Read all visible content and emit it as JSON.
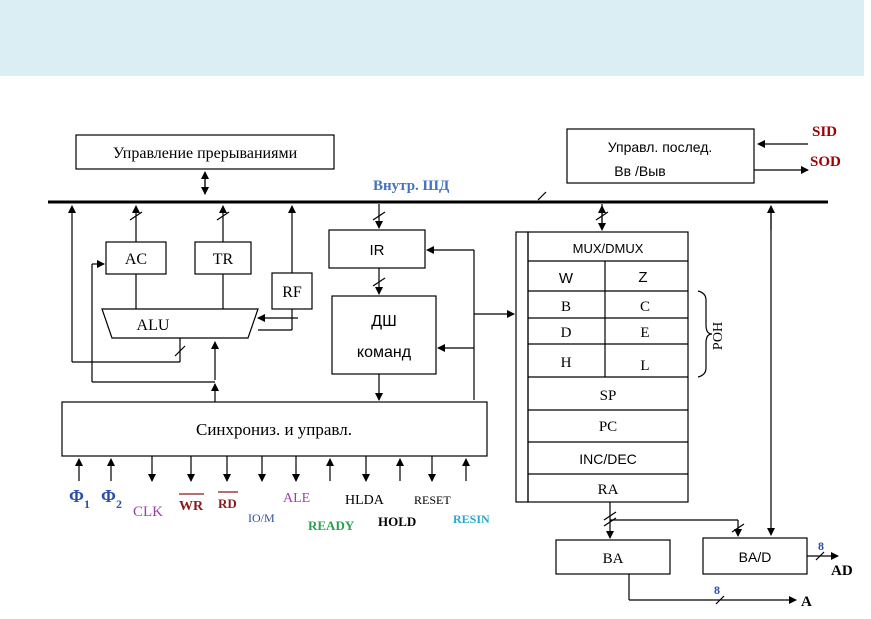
{
  "colors": {
    "header_band": "#dbeef4",
    "bus_label": "#4472c4",
    "sid_sod": "#a00000",
    "phi": "#2e4fa8",
    "clk": "#9b3fb0",
    "wr_rd": "#8b1a1a",
    "io_m": "#2e4fa8",
    "ale": "#a040b0",
    "ready": "#2aa050",
    "resin": "#2aa8c8",
    "black": "#000000"
  },
  "diagram": {
    "interrupt_control": "Управление прерываниями",
    "serial_control_line1": "Управл. послед.",
    "serial_control_line2": "Вв /Выв",
    "sid": "SID",
    "sod": "SOD",
    "internal_bus": "Внутр. ШД",
    "ac": "AC",
    "tr": "TR",
    "rf": "RF",
    "alu": "ALU",
    "ir": "IR",
    "decoder_line1": "ДШ",
    "decoder_line2": "команд",
    "sync_control": "Синхрониз. и управл.",
    "mux_dmux": "MUX/DMUX",
    "reg_w": "W",
    "reg_z": "Z",
    "reg_b": "B",
    "reg_c": "C",
    "reg_d": "D",
    "reg_e": "E",
    "reg_h": "H",
    "reg_l": "L",
    "roh": "РОН",
    "sp": "SP",
    "pc": "PC",
    "inc_dec": "INC/DEC",
    "ra": "RA",
    "ba": "BA",
    "bad": "BA/D",
    "ad": "AD",
    "a": "A",
    "bus_width_1": "8",
    "bus_width_2": "8",
    "signals": {
      "phi1_main": "Φ",
      "phi1_sub": "1",
      "phi2_main": "Φ",
      "phi2_sub": "2",
      "clk": "CLK",
      "wr": "WR",
      "rd": "RD",
      "io_m": "IO/M",
      "ale": "ALE",
      "ready": "READY",
      "hlda": "HLDA",
      "hold": "HOLD",
      "reset": "RESET",
      "resin": "RESIN"
    }
  }
}
